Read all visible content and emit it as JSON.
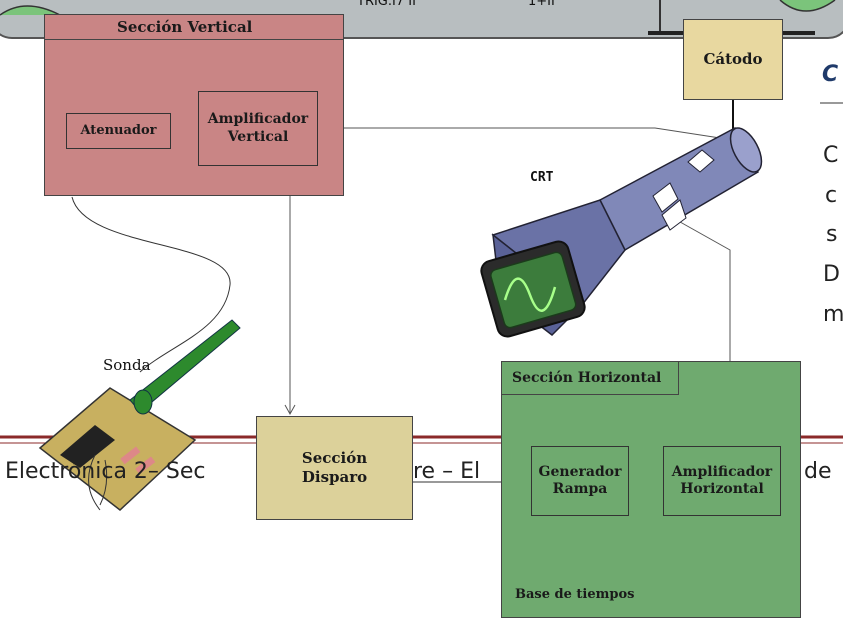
{
  "panel": {
    "trig_label": "TRIG.I7 II",
    "mid_label": "1+II"
  },
  "document": {
    "heading_glyph": "C",
    "side_lines": [
      "C",
      "c",
      "s",
      "D",
      "m"
    ],
    "footer_left": "Electrónica 2– Sec",
    "footer_mid1": "re – El",
    "footer_right": "de"
  },
  "blocks": {
    "vertical_section": "Sección Vertical",
    "attenuator": "Atenuador",
    "vertical_amp_line1": "Amplificador",
    "vertical_amp_line2": "Vertical",
    "cathode": "Cátodo",
    "crt": "CRT",
    "probe": "Sonda",
    "trigger_line1": "Sección",
    "trigger_line2": "Disparo",
    "horizontal_section": "Sección Horizontal",
    "ramp_gen_line1": "Generador",
    "ramp_gen_line2": "Rampa",
    "horizontal_amp_line1": "Amplificador",
    "horizontal_amp_line2": "Horizontal",
    "timebase": "Base de tiempos"
  },
  "colors": {
    "vertical_fill": "#c98585",
    "cathode_fill": "#e8d8a0",
    "trigger_fill": "#dcd19a",
    "horizontal_fill": "#6faa6f",
    "crt_body": "#8088b8",
    "crt_screen": "#3c7c3c",
    "panel_fill": "#b8bec0",
    "rule": "#8b2a2a"
  }
}
